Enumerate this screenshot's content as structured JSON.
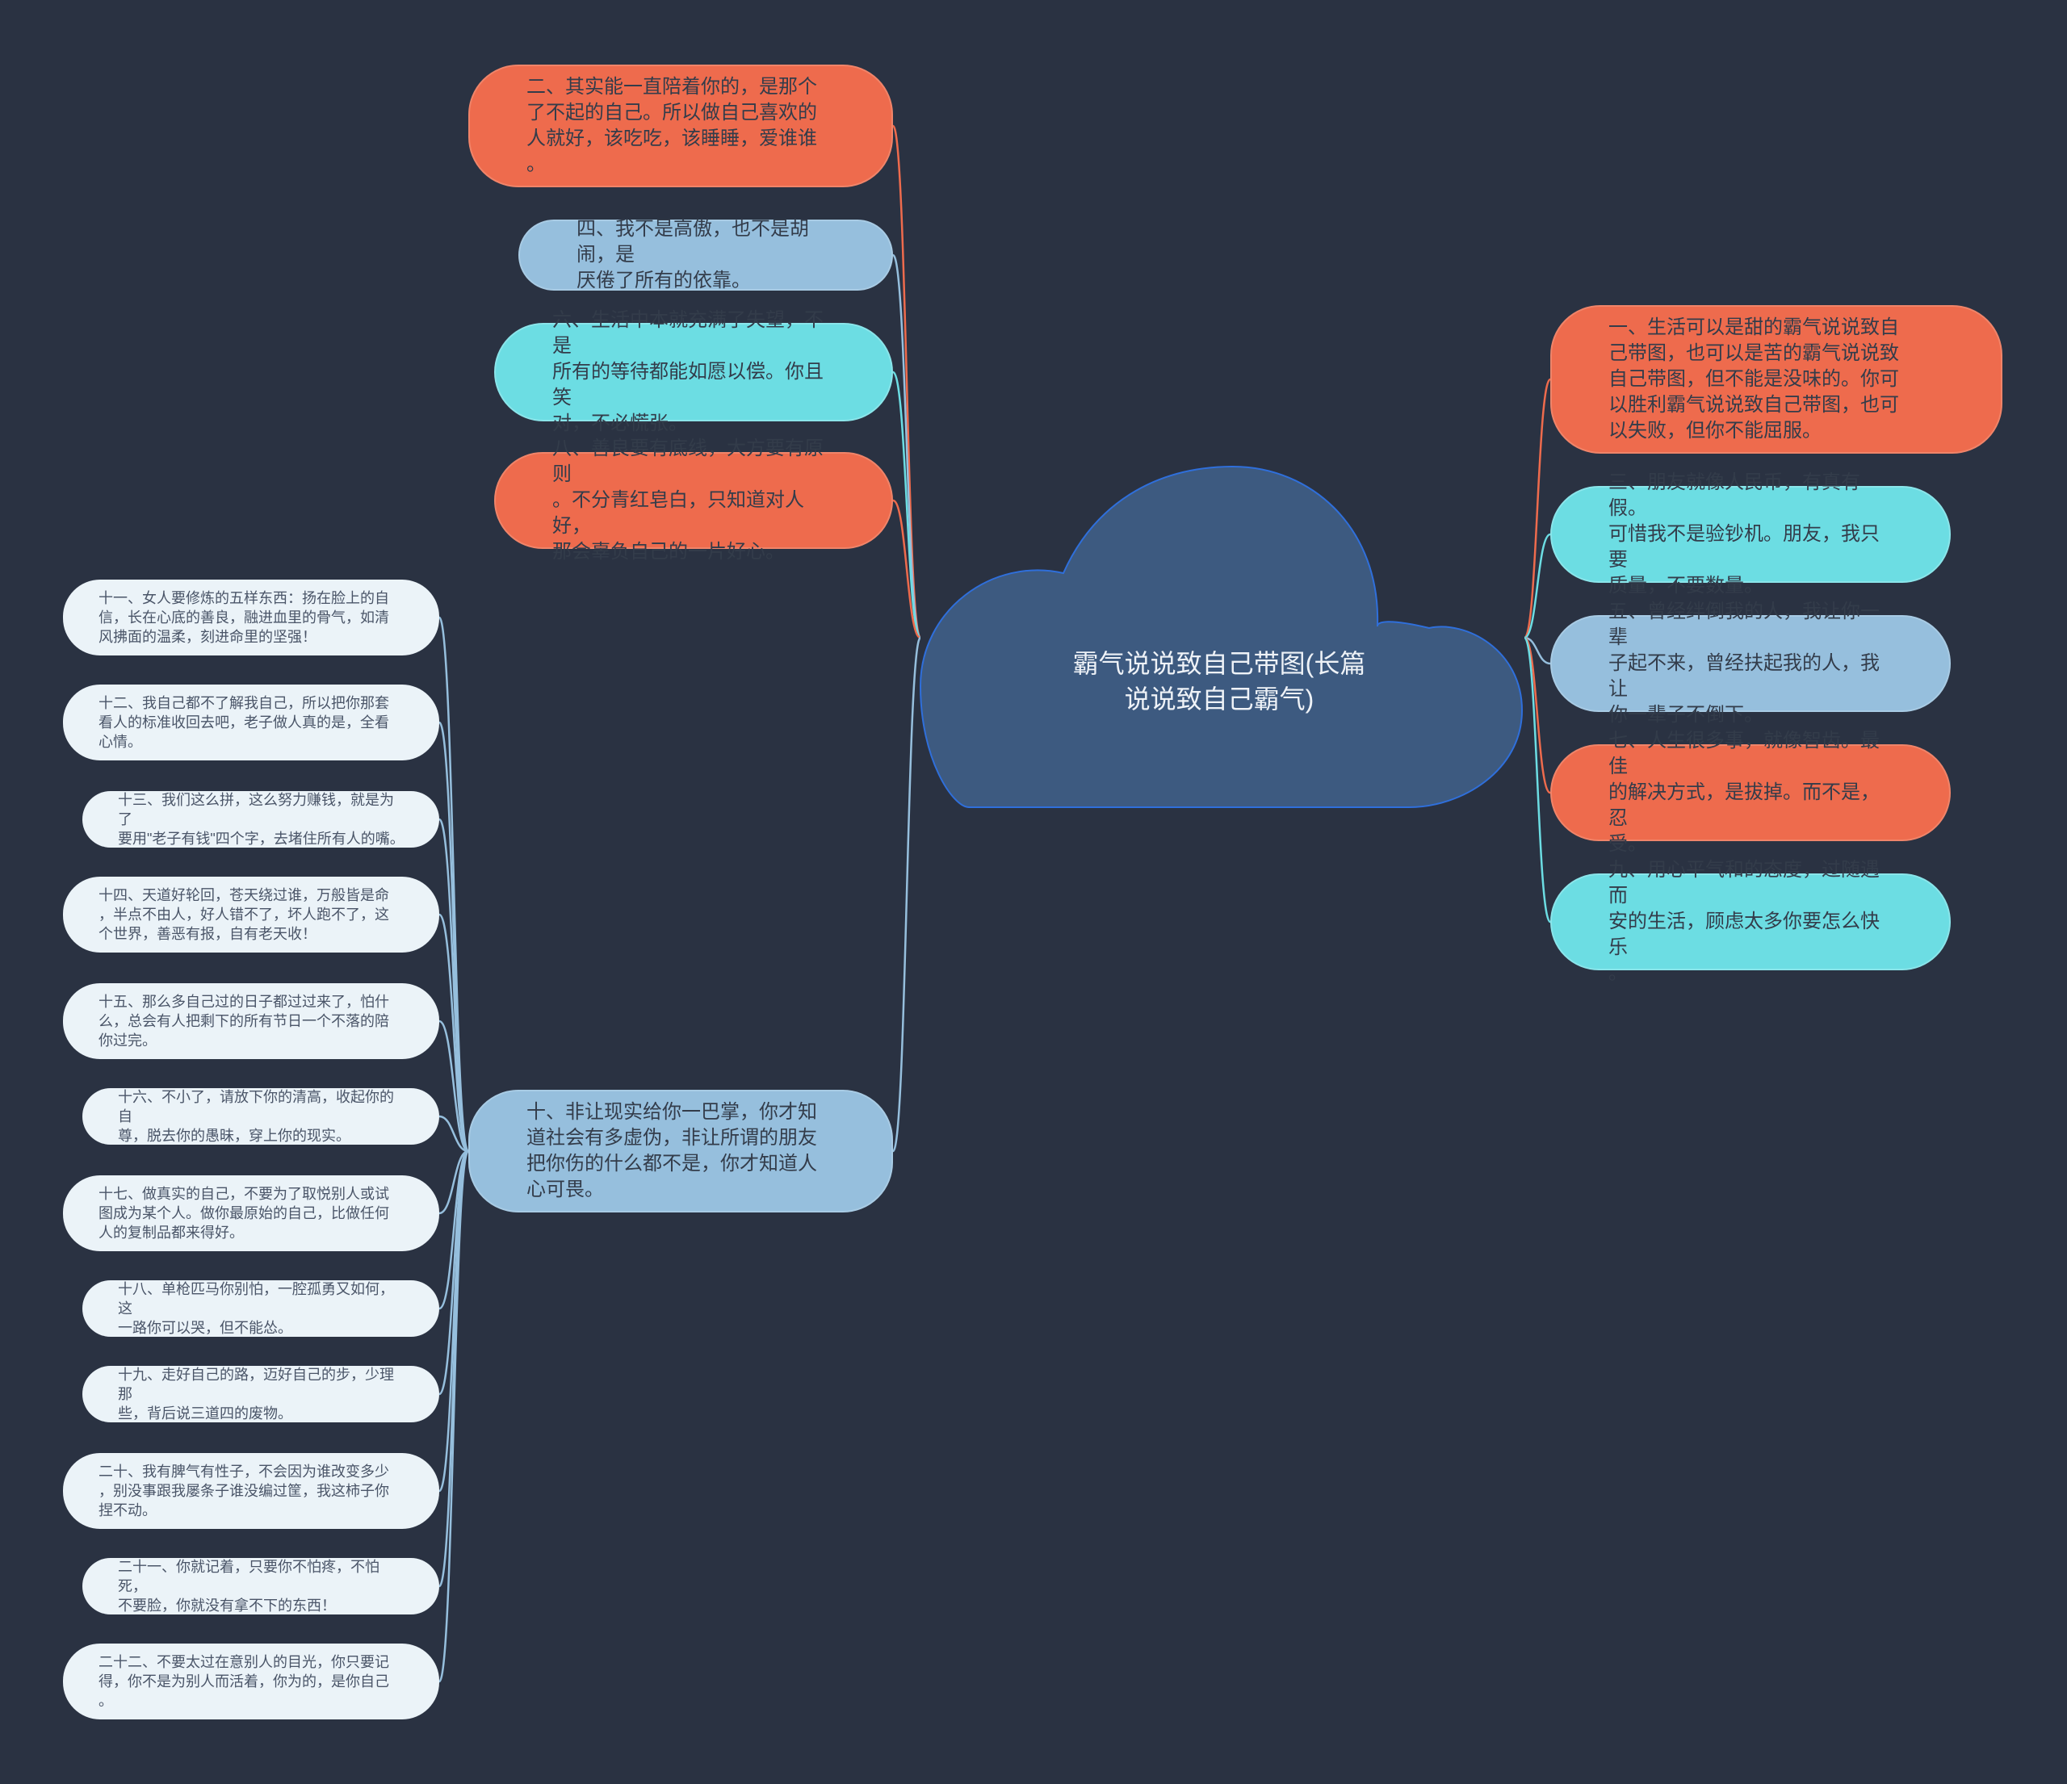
{
  "center": {
    "title": "霸气说说致自己带图(长篇\n说说致自己霸气)"
  },
  "colors": {
    "background": "#2a3242",
    "cloud_fill": "#3d5a80",
    "cloud_stroke": "#2f6fdb",
    "orange": "#ee6b4d",
    "blue": "#96bfdd",
    "cyan": "#6cdde3",
    "leaf": "#ebf3f8"
  },
  "left_branches": [
    {
      "text": "二、其实能一直陪着你的，是那个\n了不起的自己。所以做自己喜欢的\n人就好，该吃吃，该睡睡，爱谁谁\n。",
      "color": "orange"
    },
    {
      "text": "四、我不是高傲，也不是胡闹，是\n厌倦了所有的依靠。",
      "color": "blue"
    },
    {
      "text": "六、生活中本就充满了失望，不是\n所有的等待都能如愿以偿。你且笑\n对，不必慌张。",
      "color": "cyan"
    },
    {
      "text": "八、善良要有底线，大方要有原则\n。不分青红皂白，只知道对人好，\n那会辜负自己的一片好心。",
      "color": "orange"
    },
    {
      "text": "十、非让现实给你一巴掌，你才知\n道社会有多虚伪，非让所谓的朋友\n把你伤的什么都不是，你才知道人\n心可畏。",
      "color": "blue"
    }
  ],
  "right_branches": [
    {
      "text": "一、生活可以是甜的霸气说说致自\n己带图，也可以是苦的霸气说说致\n自己带图，但不能是没味的。你可\n以胜利霸气说说致自己带图，也可\n以失败，但你不能屈服。",
      "color": "orange"
    },
    {
      "text": "三、朋友就像人民币，有真有假。\n可惜我不是验钞机。朋友，我只要\n质量，不要数量。",
      "color": "cyan"
    },
    {
      "text": "五、曾经绊倒我的人，我让你一辈\n子起不来，曾经扶起我的人，我让\n你一辈子不倒下。",
      "color": "blue"
    },
    {
      "text": "七、人生很多事，就像智齿。最佳\n的解决方式，是拔掉。而不是，忍\n受。",
      "color": "orange"
    },
    {
      "text": "九、用心平气和的态度，过随遇而\n安的生活，顾虑太多你要怎么快乐\n。",
      "color": "cyan"
    }
  ],
  "sub_items": [
    "十一、女人要修炼的五样东西：扬在脸上的自\n信，长在心底的善良，融进血里的骨气，如清\n风拂面的温柔，刻进命里的坚强！",
    "十二、我自己都不了解我自己，所以把你那套\n看人的标准收回去吧，老子做人真的是，全看\n心情。",
    "十三、我们这么拼，这么努力赚钱，就是为了\n要用\"老子有钱\"四个字，去堵住所有人的嘴。",
    "十四、天道好轮回，苍天绕过谁，万般皆是命\n，半点不由人，好人错不了，坏人跑不了，这\n个世界，善恶有报，自有老天收！",
    "十五、那么多自己过的日子都过过来了，怕什\n么，总会有人把剩下的所有节日一个不落的陪\n你过完。",
    "十六、不小了，请放下你的清高，收起你的自\n尊，脱去你的愚昧，穿上你的现实。",
    "十七、做真实的自己，不要为了取悦别人或试\n图成为某个人。做你最原始的自己，比做任何\n人的复制品都来得好。",
    "十八、单枪匹马你别怕，一腔孤勇又如何，这\n一路你可以哭，但不能怂。",
    "十九、走好自己的路，迈好自己的步，少理那\n些，背后说三道四的废物。",
    "二十、我有脾气有性子，不会因为谁改变多少\n，别没事跟我屡条子谁没编过筐，我这柿子你\n捏不动。",
    "二十一、你就记着，只要你不怕疼，不怕死，\n不要脸，你就没有拿不下的东西！",
    "二十二、不要太过在意别人的目光，你只要记\n得，你不是为别人而活着，你为的，是你自己\n。"
  ]
}
